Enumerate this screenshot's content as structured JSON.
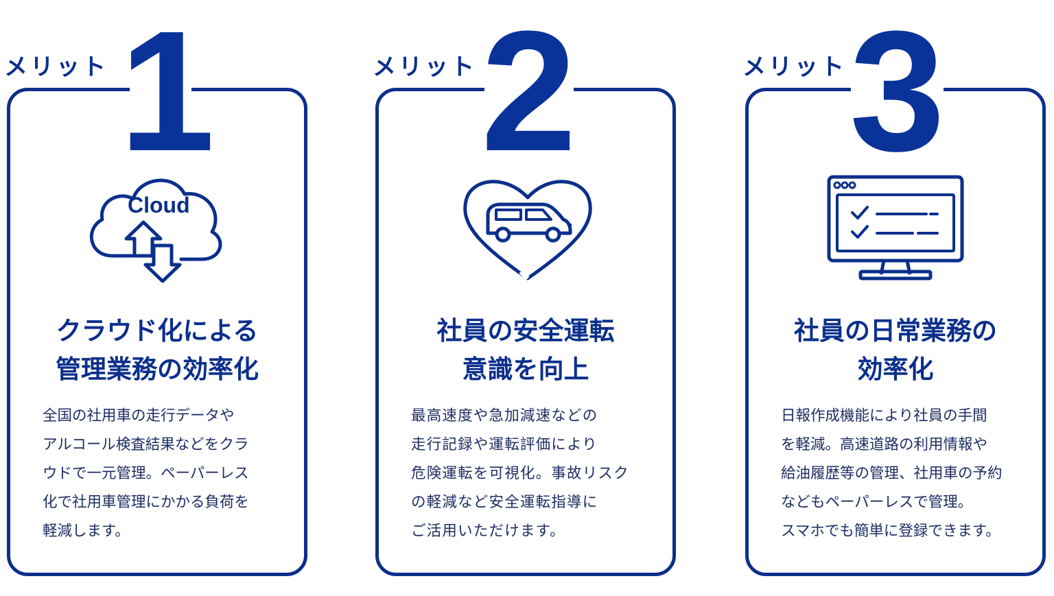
{
  "cards": [
    {
      "label": "メリット",
      "number": "1",
      "icon": "cloud-upload-download-icon",
      "icon_text": "Cloud",
      "title_lines": [
        "クラウド化による",
        "管理業務の効率化"
      ],
      "desc_lines": [
        "全国の社用車の走行データや",
        "アルコール検査結果などをクラ",
        "ウドで一元管理。ペーパーレス",
        "化で社用車管理にかかる負荷を",
        "軽減します。"
      ]
    },
    {
      "label": "メリット",
      "number": "2",
      "icon": "heart-car-icon",
      "title_lines": [
        "社員の安全運転",
        "意識を向上"
      ],
      "desc_lines": [
        "最高速度や急加減速などの",
        "走行記録や運転評価により",
        "危険運転を可視化。事故リスク",
        "の軽減など安全運転指導に",
        "ご活用いただけます。"
      ]
    },
    {
      "label": "メリット",
      "number": "3",
      "icon": "monitor-checklist-icon",
      "title_lines": [
        "社員の日常業務の",
        "効率化"
      ],
      "desc_lines": [
        "日報作成機能により社員の手間",
        "を軽減。高速道路の利用情報や",
        "給油履歴等の管理、社用車の予約",
        "などもペーパーレスで管理。",
        "スマホでも簡単に登録できます。"
      ]
    }
  ],
  "colors": {
    "primary": "#0b2f8c",
    "text": "#1e2d63",
    "border": "#0d2f8a"
  }
}
